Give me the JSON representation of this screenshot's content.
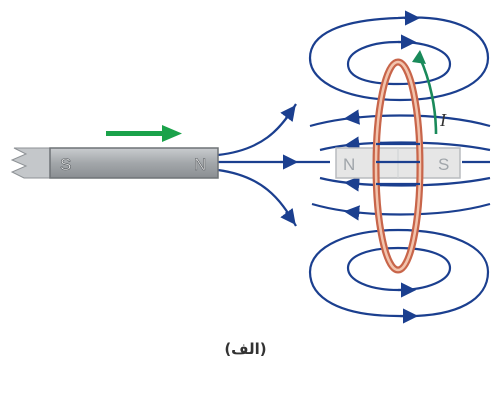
{
  "figure": {
    "moving_magnet": {
      "south_label": "S",
      "north_label": "N"
    },
    "induced_magnet": {
      "north_label": "N",
      "south_label": "S"
    },
    "current_label": "I",
    "caption": "(الف)"
  },
  "colors": {
    "field_line": "#1b3f8f",
    "coil": "#c8654a",
    "motion_arrow": "#1aa24a",
    "current_arrow": "#1a8a5a",
    "magnet_body": "#a7abae",
    "induced_magnet_body": "#e6e6e6"
  },
  "icons": {
    "motion_arrow": "arrow-right",
    "current_arrow": "curved-arrow-up"
  }
}
